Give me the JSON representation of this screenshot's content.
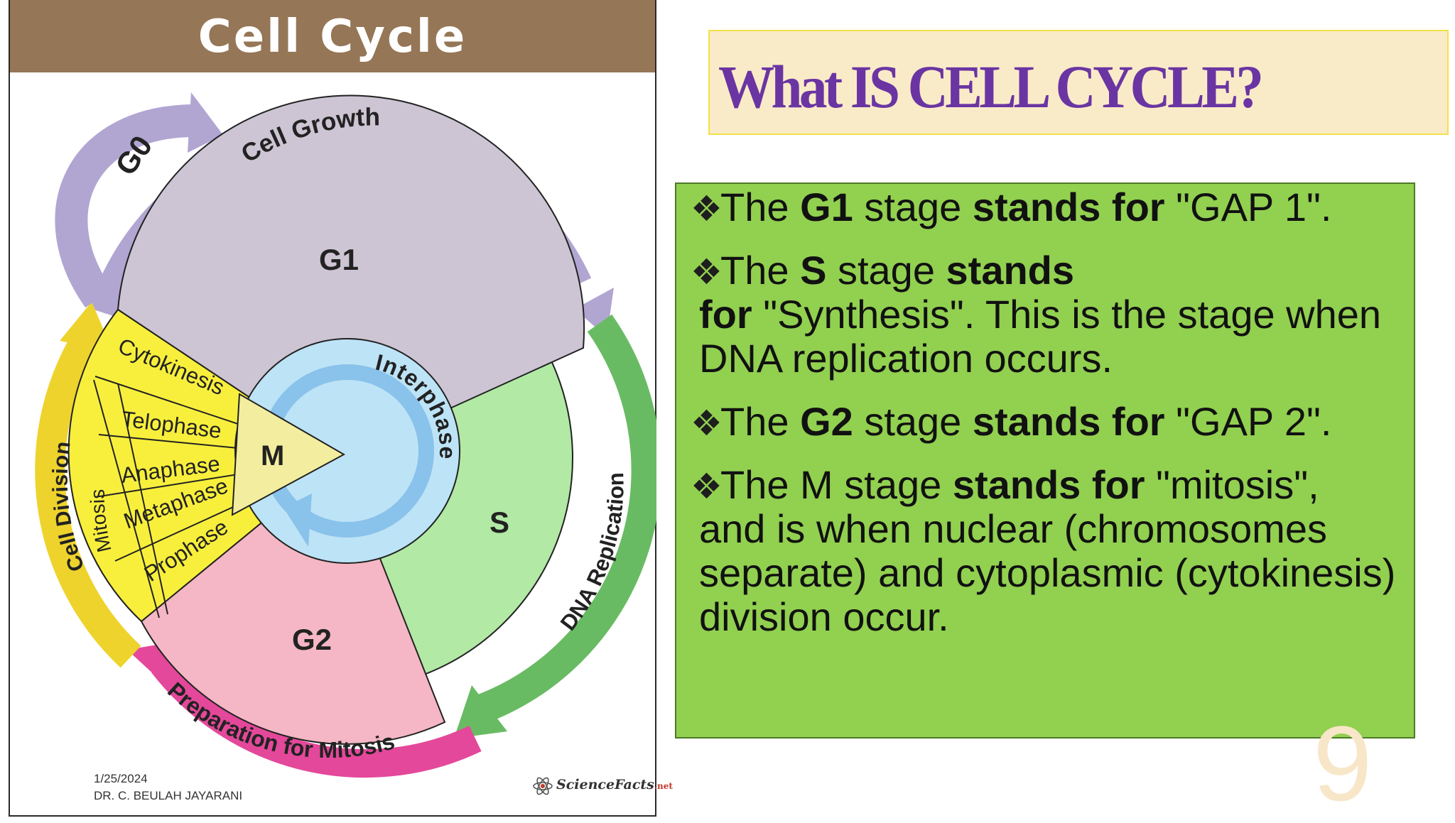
{
  "figure": {
    "title": "Cell Cycle",
    "phases": {
      "g0": "G0",
      "g1": "G1",
      "s": "S",
      "g2": "G2",
      "m": "M",
      "interphase": "Interphase"
    },
    "outer_arcs": {
      "cell_growth": "Cell Growth",
      "dna_replication": "DNA Replication",
      "preparation_for_mitosis": "Preparation for Mitosis",
      "cell_division": "Cell Division"
    },
    "mitosis_label": "Mitosis",
    "mitosis_stages": [
      "Cytokinesis",
      "Telophase",
      "Anaphase",
      "Metaphase",
      "Prophase"
    ],
    "logo": {
      "name": "ScienceFacts",
      "suffix": ".net"
    },
    "colors": {
      "banner": "#957656",
      "g1": "#cdc5d4",
      "s": "#b1e9a5",
      "g2": "#f5b7c5",
      "m": "#f3ee9f",
      "mitosis_stages": "#f8ef3c",
      "interphase": "#bde3f6",
      "cell_growth_arrow": "#b1a6d2",
      "dna_replication_arrow": "#69bb63",
      "preparation_arrow": "#e4489a",
      "cell_division_arrow": "#eed32d"
    }
  },
  "footer": {
    "date": "1/25/2024",
    "author": "DR. C. BEULAH JAYARANI"
  },
  "title_box": {
    "text": "What IS CELL CYCLE?"
  },
  "bullets": [
    {
      "p1": "The ",
      "b1": "G1",
      "p2": " stage ",
      "b2": "stands for",
      "p3": " \"GAP 1\".",
      "cont_b": "",
      "cont": ""
    },
    {
      "p1": "The ",
      "b1": "S",
      "p2": " stage ",
      "b2": "stands",
      "p3": "",
      "cont_b": "for",
      "cont": " \"Synthesis\". This is the stage when DNA replication occurs."
    },
    {
      "p1": "The ",
      "b1": "G2",
      "p2": " stage ",
      "b2": "stands for",
      "p3": " \"GAP 2\".",
      "cont_b": "",
      "cont": ""
    },
    {
      "p1": "The M stage ",
      "b1": "",
      "p2": "",
      "b2": "stands for",
      "p3": " \"mitosis\",",
      "cont_b": "",
      "cont": "and is when nuclear (chromosomes separate) and cytoplasmic (cytokinesis) division occur."
    }
  ],
  "page_number": "9"
}
